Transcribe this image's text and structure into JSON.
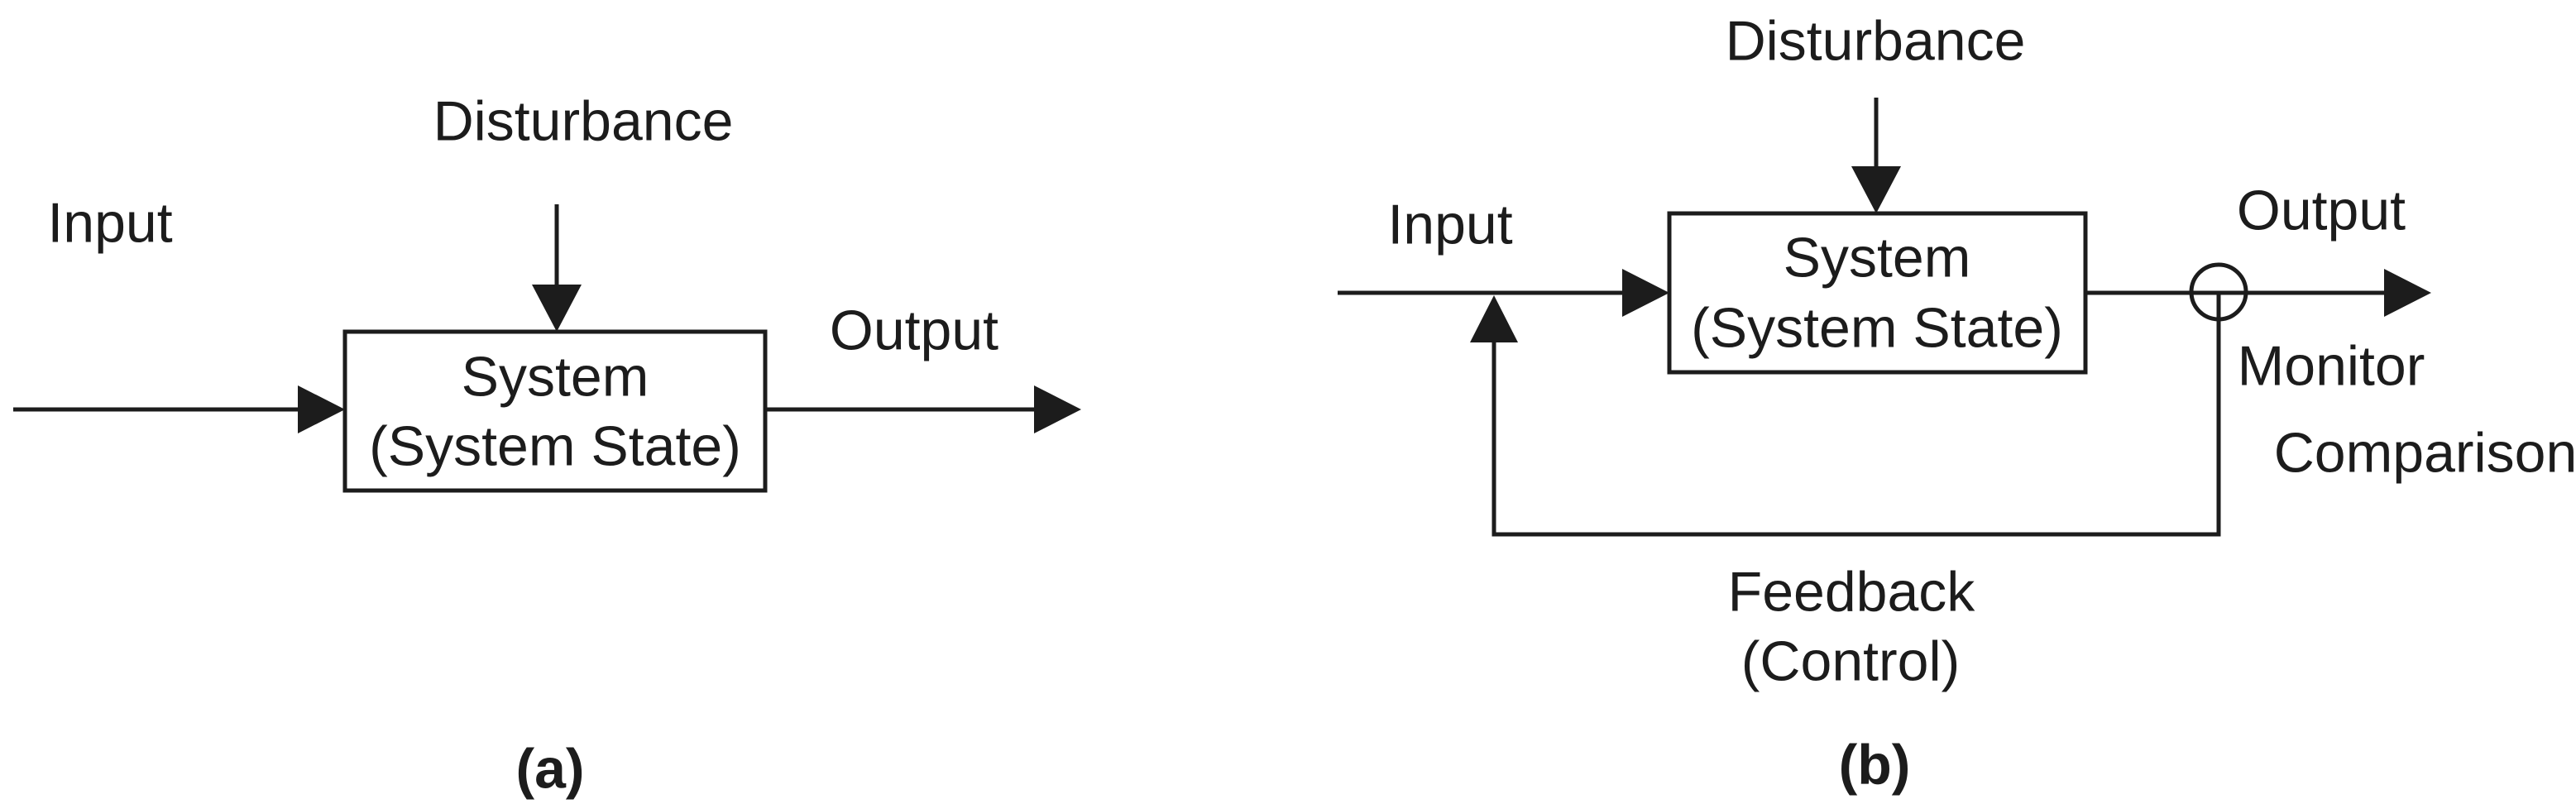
{
  "canvas": {
    "background": "#ffffff",
    "ink": "#1c1c1c"
  },
  "figure": {
    "description": "Two block diagrams of a system: (a) open loop with disturbance, (b) closed loop with feedback control via monitor and comparison"
  },
  "diagram_a": {
    "caption": "(a)",
    "labels": {
      "input": "Input",
      "disturbance": "Disturbance",
      "output": "Output"
    },
    "box": {
      "line1": "System",
      "line2": "(System State)"
    }
  },
  "diagram_b": {
    "caption": "(b)",
    "labels": {
      "input": "Input",
      "disturbance": "Disturbance",
      "output": "Output",
      "monitor": "Monitor",
      "comparison": "Comparison",
      "feedback_line1": "Feedback",
      "feedback_line2": "(Control)"
    },
    "box": {
      "line1": "System",
      "line2": "(System State)"
    }
  }
}
